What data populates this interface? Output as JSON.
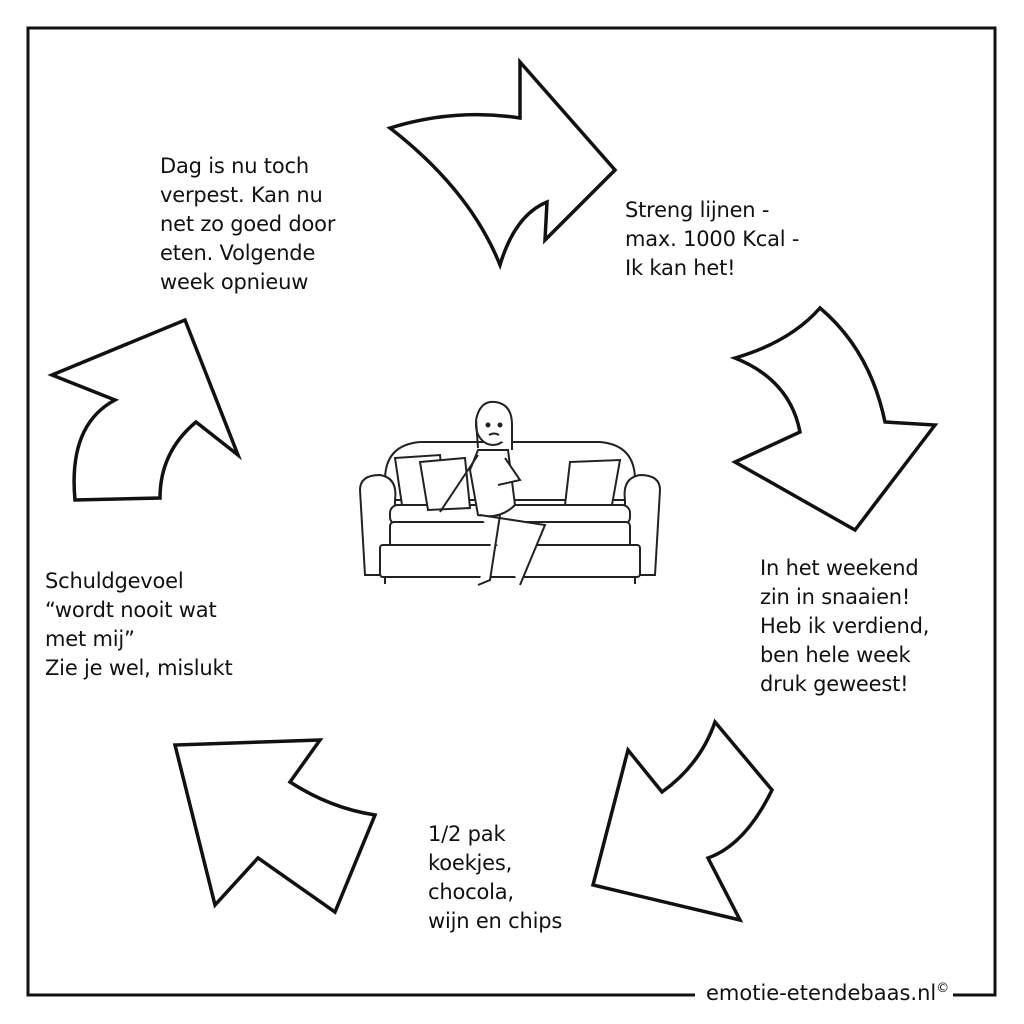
{
  "steps": [
    {
      "text": "Streng lijnen -\nmax. 1000 Kcal -\nIk kan het!"
    },
    {
      "text": "In het weekend\nzin in snaaien!\nHeb ik verdiend,\nben hele week\ndruk geweest!"
    },
    {
      "text": "1/2 pak\nkoekjes,\nchocola,\nwijn en chips"
    },
    {
      "text": "Schuldgevoel\n“wordt nooit wat\nmet mij”\nZie je wel, mislukt"
    },
    {
      "text": "Dag is nu toch\nverpest. Kan nu\nnet zo goed door\neten. Volgende\nweek opnieuw"
    }
  ],
  "footer": {
    "site": "emotie-etendebaas.nl",
    "copyright": "©"
  }
}
